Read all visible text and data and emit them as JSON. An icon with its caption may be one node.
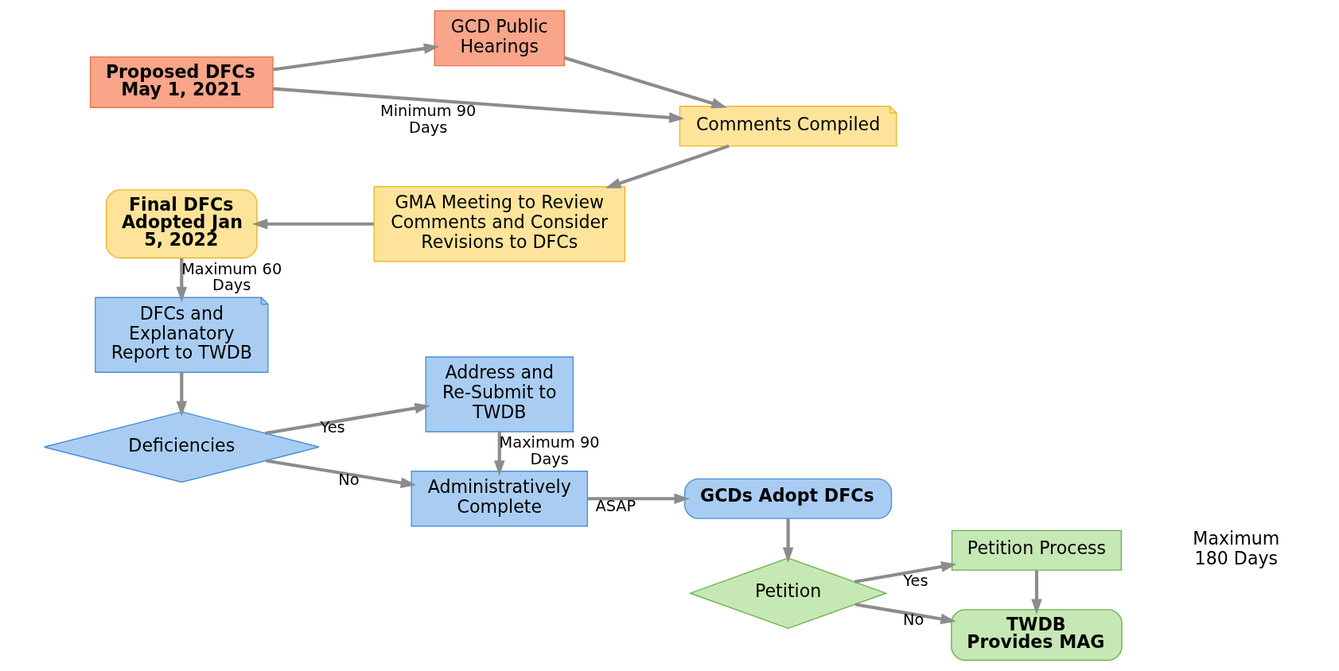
{
  "diagram": {
    "nodes": [
      {
        "text": [
          "Proposed DFCs May 1, 2021"
        ]
      },
      {
        "text": [
          "GCD Public Hearings"
        ]
      },
      {
        "text": [
          "Comments Compiled"
        ]
      },
      {
        "text": [
          "GMA Meeting to Review Comments and Consider Revisions to DFCs"
        ]
      },
      {
        "text": [
          "Final DFCs Adopted Jan 5, 2022"
        ]
      },
      {
        "text": [
          "DFCs and Explanatory Report to TWDB"
        ]
      },
      {
        "text": [
          "Deficiencies"
        ]
      },
      {
        "text": [
          "Administratively Complete"
        ]
      },
      {
        "text": [
          "Address and Re-Submit to TWDB"
        ]
      },
      {
        "text": [
          "GCDs Adopt DFCs"
        ]
      },
      {
        "text": [
          "Petition"
        ]
      },
      {
        "text": [
          "Petition Process"
        ]
      },
      {
        "text": [
          "TWDB Provides MAG"
        ]
      }
    ],
    "edges": [
      {
        "from": 0,
        "to": 2,
        "arrow": "to",
        "label": "Minimum 90 Days"
      },
      {
        "from": 0,
        "to": 1,
        "arrow": "to"
      },
      {
        "from": 1,
        "to": 2,
        "arrow": "to"
      },
      {
        "from": 2,
        "to": 3,
        "arrow": "to"
      },
      {
        "from": 3,
        "to": 4,
        "arrow": "to"
      },
      {
        "from": 4,
        "to": 5,
        "arrow": "to",
        "label": "Maximum 60 Days"
      },
      {
        "from": 5,
        "to": 6,
        "arrow": "to"
      },
      {
        "from": 6,
        "to": 7,
        "arrow": "to",
        "label": "No"
      },
      {
        "from": 6,
        "to": 8,
        "arrow": "to",
        "label": "Yes"
      },
      {
        "from": 8,
        "to": 7,
        "arrow": "to",
        "label": "Maximum 90 Days"
      },
      {
        "from": 7,
        "to": 9,
        "arrow": "to",
        "label": "ASAP"
      },
      {
        "from": 9,
        "to": 10,
        "arrow": "to"
      },
      {
        "from": 10,
        "to": 12,
        "arrow": "to",
        "label": "No"
      },
      {
        "from": 10,
        "to": 11,
        "arrow": "to",
        "label": "Yes"
      },
      {
        "from": 11,
        "to": 12,
        "arrow": "to"
      }
    ],
    "labels": [
      "Maximum 180 Days"
    ]
  }
}
